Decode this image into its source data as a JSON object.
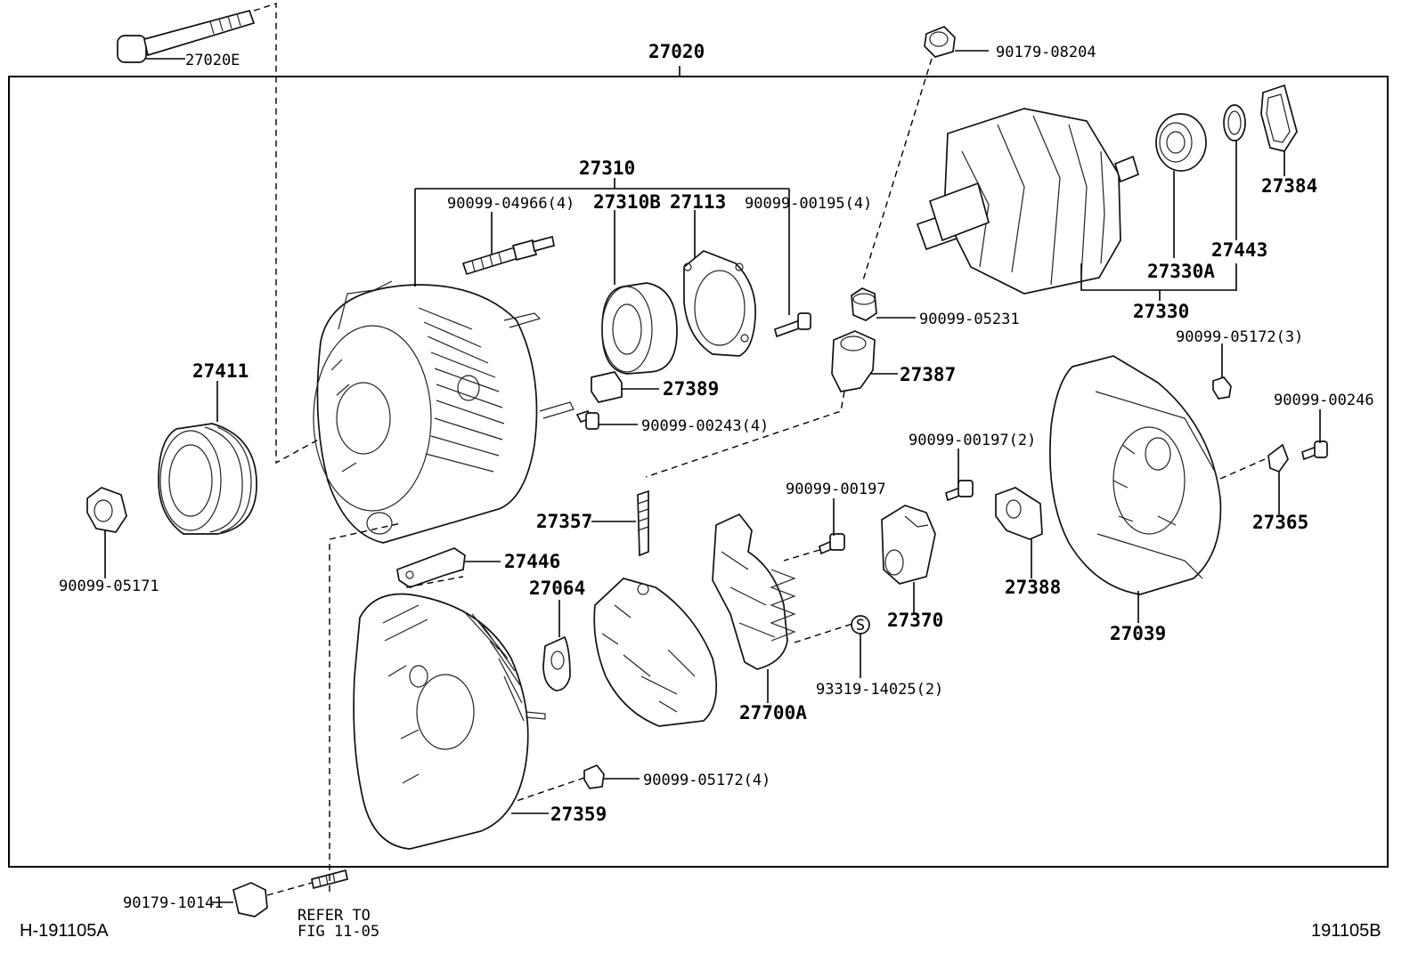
{
  "diagram": {
    "type": "exploded parts diagram",
    "assembly_label": "27020",
    "labels": {
      "p27020E": "27020E",
      "p27020": "27020",
      "p90179_08204": "90179-08204",
      "p27310": "27310",
      "p90099_04966": "90099-04966(4)",
      "p27310B": "27310B",
      "p27113": "27113",
      "p90099_00195": "90099-00195(4)",
      "p27384": "27384",
      "p27443": "27443",
      "p27330A": "27330A",
      "p27330": "27330",
      "p90099_05231": "90099-05231",
      "p27411": "27411",
      "p27389": "27389",
      "p27387": "27387",
      "p90099_05172_3": "90099-05172(3)",
      "p90099_00243": "90099-00243(4)",
      "p90099_00246": "90099-00246",
      "p90099_00197_2": "90099-00197(2)",
      "p90099_00197": "90099-00197",
      "p27357": "27357",
      "p27365": "27365",
      "p27446": "27446",
      "p27064": "27064",
      "p27388": "27388",
      "p90099_05171": "90099-05171",
      "p27370": "27370",
      "p27039": "27039",
      "p93319_14025": "93319-14025(2)",
      "p27700A": "27700A",
      "p90099_05172_4": "90099-05172(4)",
      "p27359": "27359",
      "p90179_10141": "90179-10141",
      "refer_line1": "REFER TO",
      "refer_line2": "FIG 11-05",
      "s_symbol": "S"
    },
    "footer": {
      "left_code": "H-191105A",
      "right_code": "191105B"
    }
  }
}
